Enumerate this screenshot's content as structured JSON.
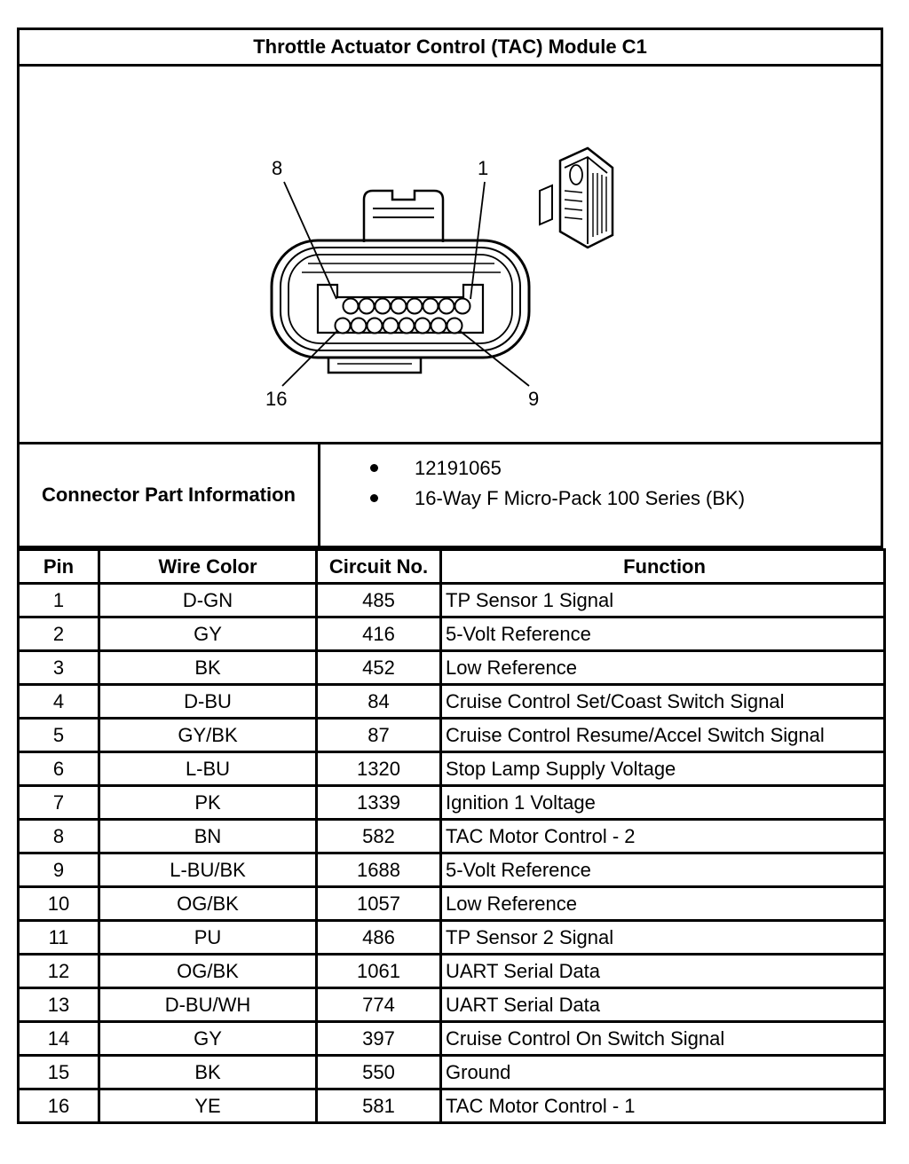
{
  "title": "Throttle Actuator Control (TAC) Module C1",
  "diagram": {
    "pin_labels": {
      "top_left": "8",
      "top_right": "1",
      "bottom_left": "16",
      "bottom_right": "9"
    },
    "icons": [
      "connector-face-icon",
      "connector-side-icon"
    ]
  },
  "connector_info": {
    "label": "Connector Part Information",
    "items": [
      "12191065",
      "16-Way F Micro-Pack 100 Series (BK)"
    ]
  },
  "table": {
    "headers": [
      "Pin",
      "Wire Color",
      "Circuit No.",
      "Function"
    ],
    "rows": [
      [
        "1",
        "D-GN",
        "485",
        "TP Sensor 1 Signal"
      ],
      [
        "2",
        "GY",
        "416",
        "5-Volt Reference"
      ],
      [
        "3",
        "BK",
        "452",
        "Low Reference"
      ],
      [
        "4",
        "D-BU",
        "84",
        "Cruise Control Set/Coast Switch Signal"
      ],
      [
        "5",
        "GY/BK",
        "87",
        "Cruise Control Resume/Accel Switch Signal"
      ],
      [
        "6",
        "L-BU",
        "1320",
        "Stop Lamp Supply Voltage"
      ],
      [
        "7",
        "PK",
        "1339",
        "Ignition 1 Voltage"
      ],
      [
        "8",
        "BN",
        "582",
        "TAC Motor Control - 2"
      ],
      [
        "9",
        "L-BU/BK",
        "1688",
        "5-Volt Reference"
      ],
      [
        "10",
        "OG/BK",
        "1057",
        "Low Reference"
      ],
      [
        "11",
        "PU",
        "486",
        "TP Sensor 2 Signal"
      ],
      [
        "12",
        "OG/BK",
        "1061",
        "UART Serial Data"
      ],
      [
        "13",
        "D-BU/WH",
        "774",
        "UART Serial Data"
      ],
      [
        "14",
        "GY",
        "397",
        "Cruise Control On Switch Signal"
      ],
      [
        "15",
        "BK",
        "550",
        "Ground"
      ],
      [
        "16",
        "YE",
        "581",
        "TAC Motor Control - 1"
      ]
    ]
  }
}
